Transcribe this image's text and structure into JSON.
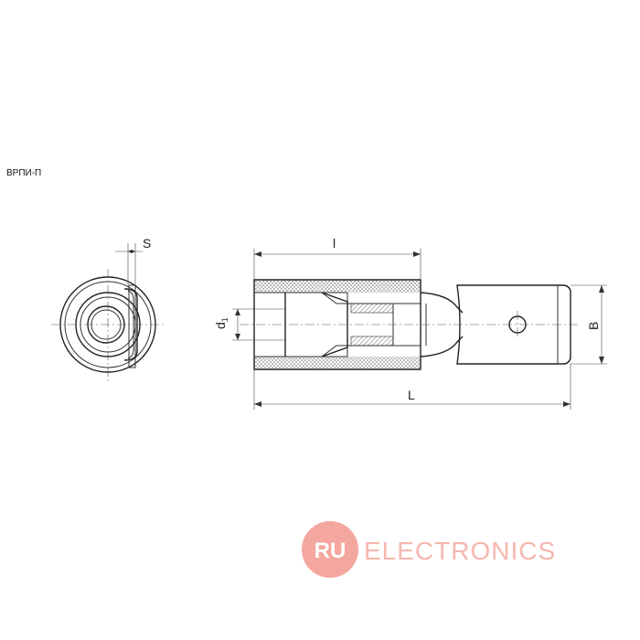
{
  "title": "ВРПИ-П",
  "dimensions": {
    "S": "S",
    "l": "l",
    "d": "d",
    "d_sub": "1",
    "L": "L",
    "B": "B"
  },
  "watermark": {
    "logo_text": "RU",
    "brand_text": "ELECTRONICS",
    "color": "#f4a79f"
  }
}
